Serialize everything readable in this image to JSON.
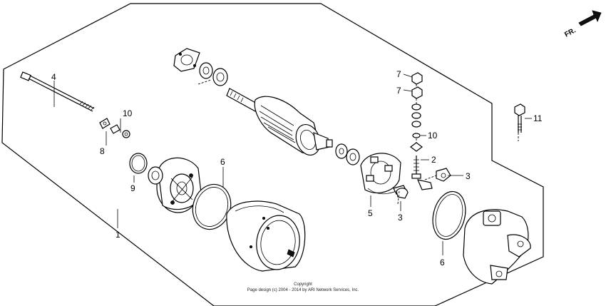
{
  "diagram": {
    "direction_label": "FR.",
    "callouts": {
      "c1": "1",
      "c2": "2",
      "c3a": "3",
      "c3b": "3",
      "c4": "4",
      "c5": "5",
      "c6a": "6",
      "c6b": "6",
      "c7a": "7",
      "c7b": "7",
      "c8": "8",
      "c9": "9",
      "c10a": "10",
      "c10b": "10",
      "c11": "11"
    },
    "copyright_line1": "Copyright",
    "copyright_line2": "Page design (c) 2004 - 2014 by ARI Network Services, Inc."
  }
}
